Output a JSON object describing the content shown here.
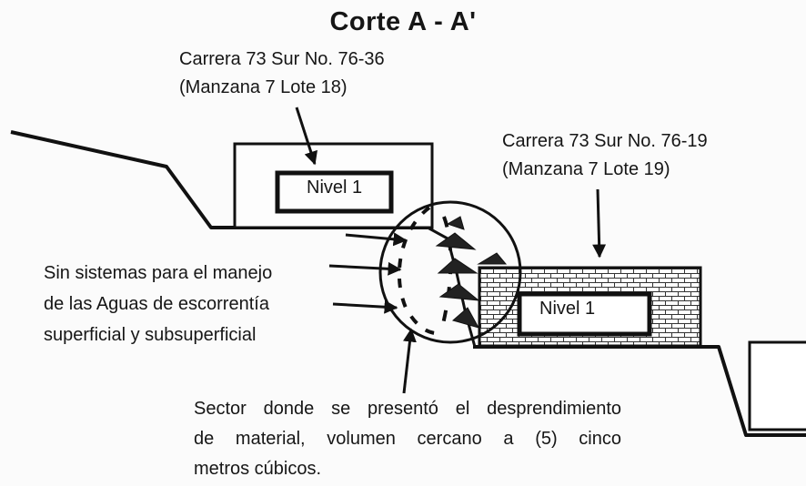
{
  "title": "Corte A - A'",
  "lots": [
    {
      "address": "Carrera 73 Sur No. 76-36",
      "parcel": "(Manzana 7 Lote 18)",
      "level_label": "Nivel 1"
    },
    {
      "address": "Carrera 73 Sur No. 76-19",
      "parcel": "(Manzana 7 Lote 19)",
      "level_label": "Nivel 1"
    }
  ],
  "notes": {
    "drainage": {
      "lines": [
        "Sin sistemas para el manejo",
        "de las Aguas de escorrentía",
        "superficial y subsuperficial"
      ]
    },
    "sector": {
      "lines": [
        "Sector donde se presentó el desprendimiento",
        "de material, volumen cercano a (5) cinco",
        "metros cúbicos."
      ]
    }
  }
}
